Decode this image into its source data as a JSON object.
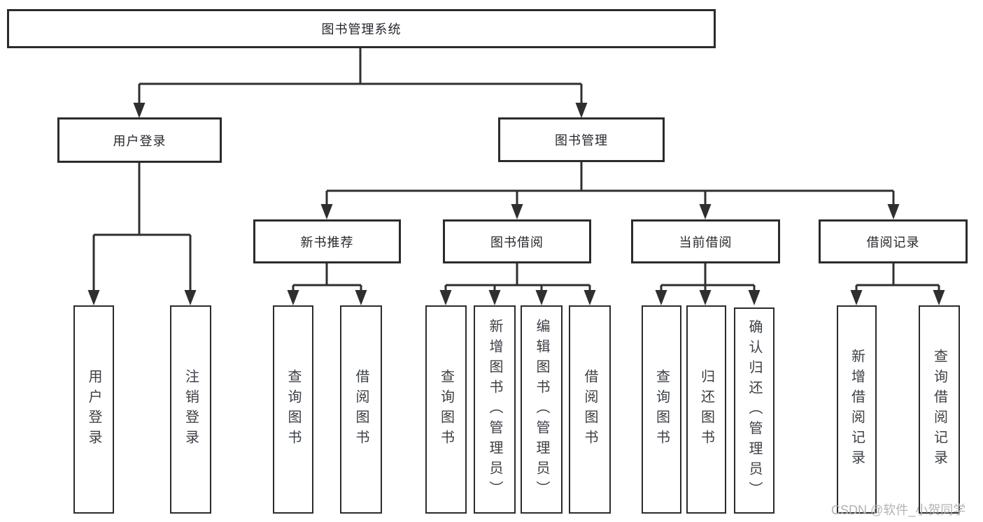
{
  "tree": {
    "label": "图书管理系统",
    "children": [
      {
        "label": "用户登录",
        "children": [
          {
            "label": "用户登录"
          },
          {
            "label": "注销登录"
          }
        ]
      },
      {
        "label": "图书管理",
        "children": [
          {
            "label": "新书推荐",
            "children": [
              {
                "label": "查询图书"
              },
              {
                "label": "借阅图书"
              }
            ]
          },
          {
            "label": "图书借阅",
            "children": [
              {
                "label": "查询图书"
              },
              {
                "label": "新增图书（管理员）"
              },
              {
                "label": "编辑图书（管理员）"
              },
              {
                "label": "借阅图书"
              }
            ]
          },
          {
            "label": "当前借阅",
            "children": [
              {
                "label": "查询图书"
              },
              {
                "label": "归还图书"
              },
              {
                "label": "确认归还（管理员）"
              }
            ]
          },
          {
            "label": "借阅记录",
            "children": [
              {
                "label": "新增借阅记录"
              },
              {
                "label": "查询借阅记录"
              }
            ]
          }
        ]
      }
    ]
  },
  "watermark": "CSDN @软件_小贺同学",
  "colors": {
    "bg": "#ffffff",
    "line": "#2f2f2f",
    "border": "#2b2b2b",
    "text": "#24272c",
    "leafText": "#3c4046",
    "watermark": "#b3b3b3"
  }
}
